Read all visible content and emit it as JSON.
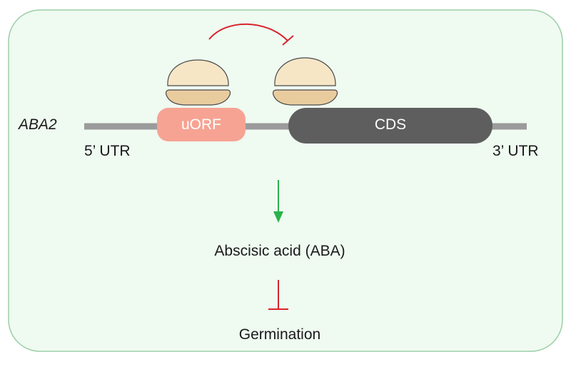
{
  "diagram": {
    "gene_name": "ABA2",
    "utr5_label": "5’ UTR",
    "utr3_label": "3’ UTR",
    "uorf_label": "uORF",
    "cds_label": "CDS",
    "product_label": "Abscisic acid (ABA)",
    "outcome_label": "Germination"
  },
  "colors": {
    "panel_fill": "#effaf1",
    "panel_stroke": "#9bcfa6",
    "mrna_line": "#9b9b9b",
    "uorf_fill": "#f6a393",
    "cds_fill": "#5e5e5e",
    "ribosome_large": "#f6e6c6",
    "ribosome_small": "#e9cc9e",
    "ribosome_stroke": "#4a4a4a",
    "inhibition": "#d9252c",
    "activation": "#2bb14b"
  }
}
